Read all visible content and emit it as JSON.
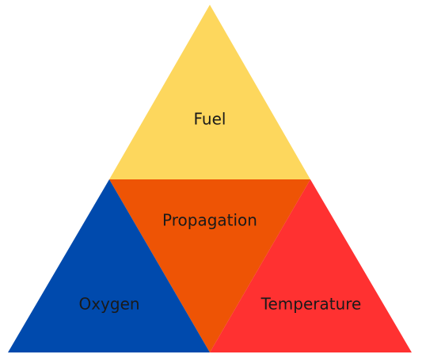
{
  "diagram": {
    "segments": {
      "top": {
        "label": "Fuel",
        "color": "#fdd75d"
      },
      "center": {
        "label": "Propagation",
        "color": "#ee5405"
      },
      "left": {
        "label": "Oxygen",
        "color": "#004aad"
      },
      "right": {
        "label": "Temperature",
        "color": "#ff3131"
      }
    }
  }
}
